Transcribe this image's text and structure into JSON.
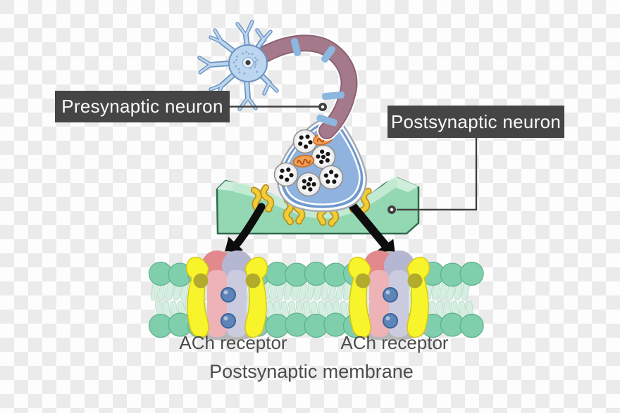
{
  "labels": {
    "presynaptic": {
      "text": "Presynaptic neuron"
    },
    "postsynaptic": {
      "text": "Postsynaptic neuron"
    },
    "ach_receptor_left": {
      "text": "ACh receptor"
    },
    "ach_receptor_right": {
      "text": "ACh receptor"
    },
    "postsynaptic_membrane": {
      "text": "Postsynaptic membrane"
    }
  },
  "diagram": {
    "type": "cholinergic-synapse",
    "presynaptic_terminal": {
      "vesicle_count": 5,
      "mitochondria_count": 2
    },
    "synaptic_membrane_bar": {
      "channel_pair_count": 4
    },
    "postsynaptic_membrane": {
      "ach_receptor_count": 2,
      "ions_per_receptor": 2,
      "lipid_heads_per_row": 17
    }
  },
  "colors": {
    "checker_light": "#fdfdfd",
    "checker_dark": "#ebebeb",
    "label_bg": "#454545",
    "label_fg": "#fafafa",
    "caption_fg": "#4c4c4c",
    "leader": "#414141",
    "white": "#ffffff",
    "soma_fill": "#bcd6ef",
    "soma_stroke": "#6b93c1",
    "speckle": "#87aed8",
    "nucleus_fill": "#e8eff8",
    "nucleus_dot": "#3f3f3f",
    "axon_fill": "#a4798a",
    "axon_stroke": "#8a6273",
    "myelin_band": "#8cb7e0",
    "terminal_outer_stroke": "#a3abb5",
    "terminal_rim": "#6f9ace",
    "terminal_fill": "#8fb2de",
    "vesicle_fill": "#ededed",
    "vesicle_stroke": "#8f8f8f",
    "vesicle_inner": "#fbfbfb",
    "vesicle_dot": "#161616",
    "mito_fill": "#f0a058",
    "mito_stroke": "#cf6f22",
    "mito_crista": "#b84e10",
    "bar_fill": "#93d8b2",
    "bar_top": "#cdefdc",
    "bar_stroke": "#2e6b4e",
    "groove": "#c2ead3",
    "channel_yellow": "#f3cd37",
    "channel_outline": "#b98f1e",
    "arrow": "#0d0d0d",
    "head_fill": "#7fcfac",
    "head_stroke": "#5bb189",
    "tail_fill": "#d6eee1",
    "tail_stroke": "#aedcc4",
    "achr_yellow": "#f8f42c",
    "achr_yellow_stroke": "#d9c714",
    "achr_olive": "#b3ab2b",
    "achr_pink": "#e2898e",
    "achr_pink_light": "#edb3b7",
    "achr_lavender": "#b5b6d2",
    "achr_lavender_light": "#cbcbdf",
    "achr_gray": "#b7b7b7",
    "ion": "#5f85b8",
    "ion_stroke": "#39639c"
  }
}
